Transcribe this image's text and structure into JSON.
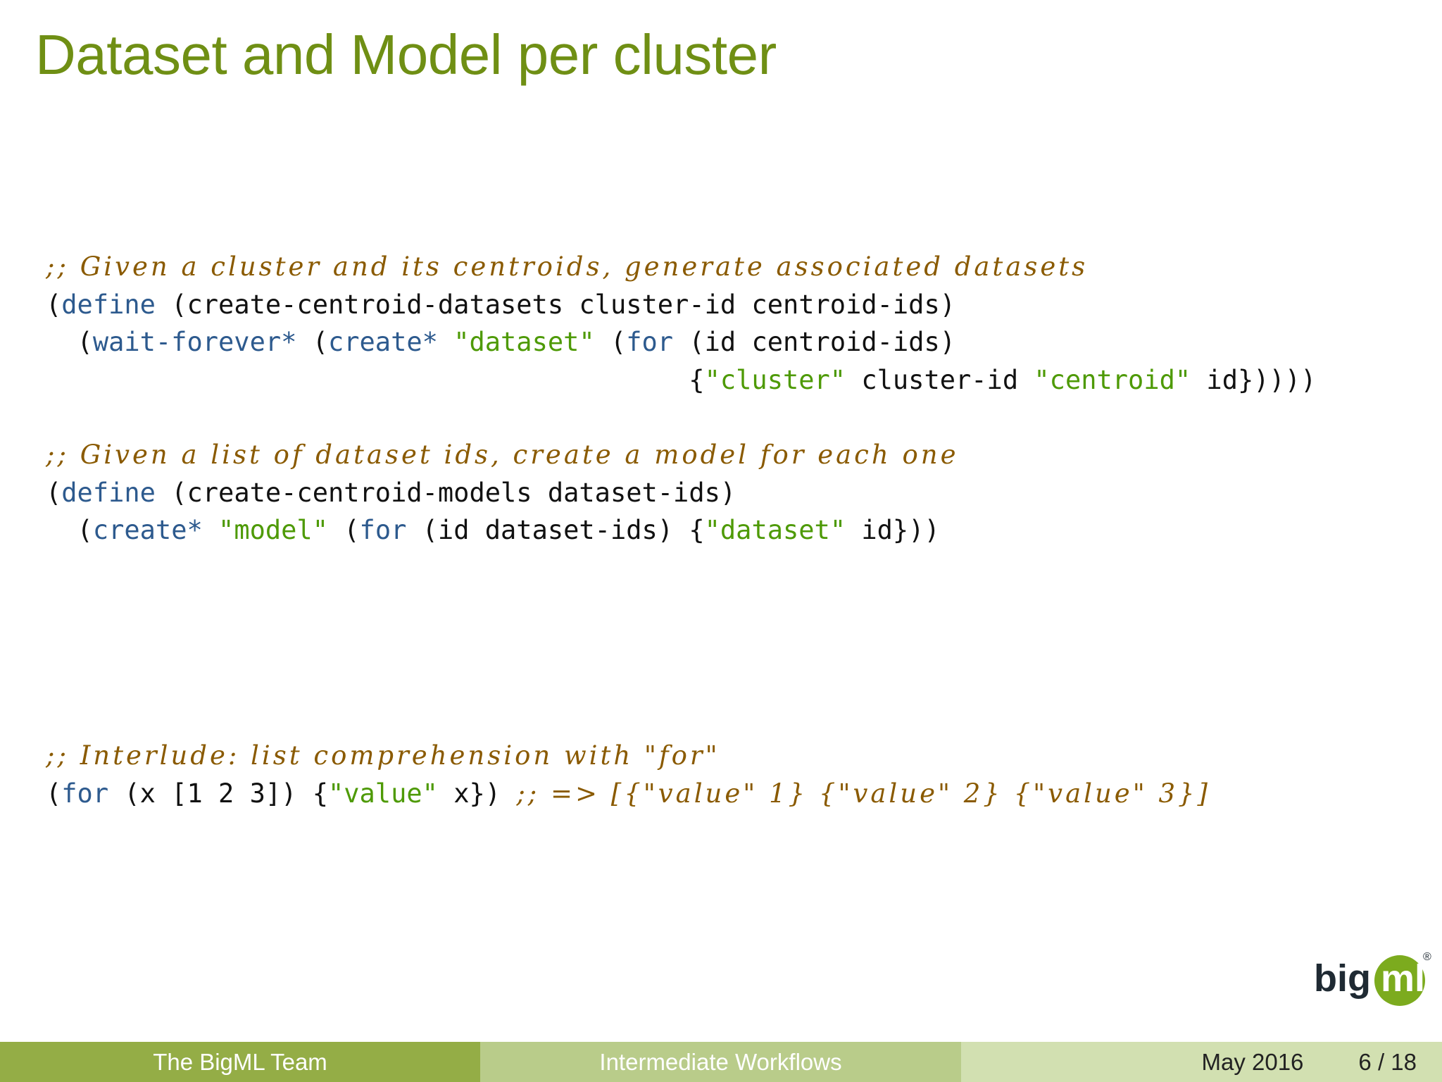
{
  "slide": {
    "title": "Dataset and Model per cluster"
  },
  "code_block_1": {
    "l1_comment": ";; Given a cluster and its centroids, generate associated datasets",
    "l2_p1": "(",
    "l2_kw": "define",
    "l2_p2": " (create-centroid-datasets cluster-id centroid-ids)",
    "l3_p1": "  (",
    "l3_kw1": "wait-forever*",
    "l3_p2": " (",
    "l3_kw2": "create*",
    "l3_p3": " ",
    "l3_str": "\"dataset\"",
    "l3_p4": " (",
    "l3_kw3": "for",
    "l3_p5": " (id centroid-ids)",
    "l4_p1": "                                         {",
    "l4_str1": "\"cluster\"",
    "l4_p2": " cluster-id ",
    "l4_str2": "\"centroid\"",
    "l4_p3": " id}))))"
  },
  "code_block_2": {
    "l1_comment": ";; Given a list of dataset ids, create a model for each one",
    "l2_p1": "(",
    "l2_kw": "define",
    "l2_p2": " (create-centroid-models dataset-ids)",
    "l3_p1": "  (",
    "l3_kw1": "create*",
    "l3_p2": " ",
    "l3_str1": "\"model\"",
    "l3_p3": " (",
    "l3_kw2": "for",
    "l3_p4": " (id dataset-ids) {",
    "l3_str2": "\"dataset\"",
    "l3_p5": " id}))"
  },
  "code_block_3": {
    "l1_comment": ";; Interlude: list comprehension with \"for\"",
    "l2_p1": "(",
    "l2_kw": "for",
    "l2_p2": " (x [1 2 3]) {",
    "l2_str": "\"value\"",
    "l2_p3": " x}) ",
    "l2_comment": ";; => [{\"value\" 1} {\"value\" 2} {\"value\" 3}]"
  },
  "footer": {
    "author": "The BigML Team",
    "presentation": "Intermediate Workflows",
    "date": "May  2016",
    "page": "6 / 18"
  },
  "logo": {
    "text_dark": "big",
    "text_light": "ml",
    "registered": "®",
    "colors": {
      "dark": "#1f2a33",
      "green": "#7cab1e"
    }
  },
  "colors": {
    "title": "#6f8f14",
    "keyword": "#2d5a8e",
    "string": "#4e9a06",
    "comment": "#8a5a00"
  }
}
